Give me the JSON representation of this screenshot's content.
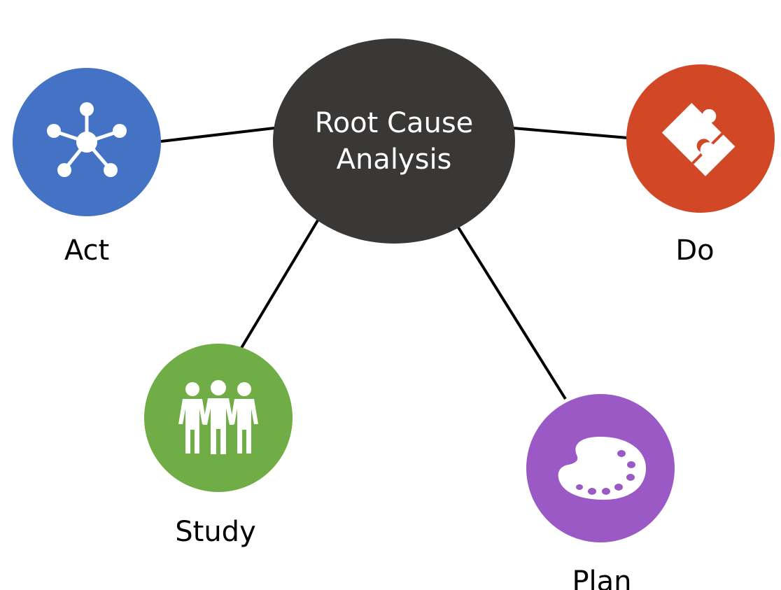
{
  "center": {
    "line1": "Root Cause",
    "line2": "Analysis",
    "color": "#3a3836"
  },
  "nodes": {
    "act": {
      "label": "Act",
      "icon": "network-hub-icon",
      "color": "#4472c4"
    },
    "do": {
      "label": "Do",
      "icon": "puzzle-pieces-icon",
      "color": "#d24726"
    },
    "study": {
      "label": "Study",
      "icon": "group-of-people-icon",
      "color": "#70ad47"
    },
    "plan": {
      "label": "Plan",
      "icon": "paint-palette-icon",
      "color": "#9b59c6"
    }
  },
  "connector_color": "#000000"
}
